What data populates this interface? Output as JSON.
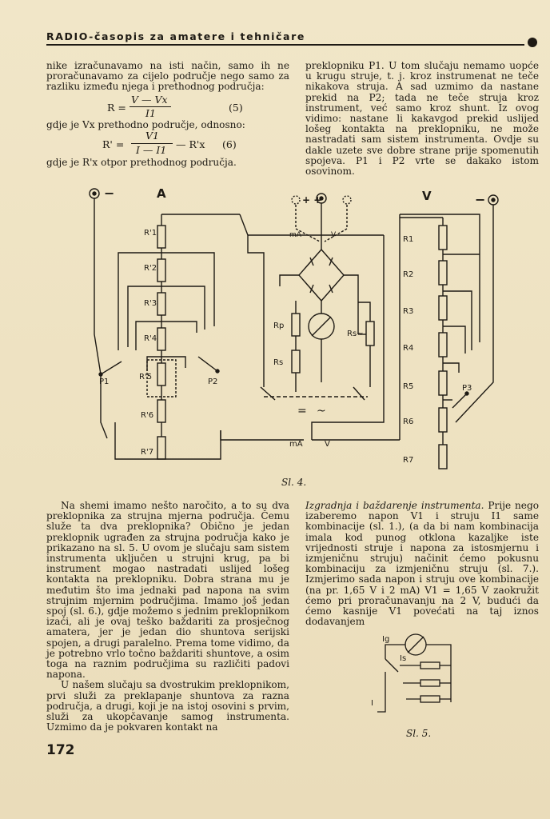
{
  "header": {
    "title": "RADIO-časopis za amatere i tehničare"
  },
  "left_top": {
    "intro": "nike izračunavamo na isti način, samo ih ne proračunavamo za cijelo područje nego samo za razliku između njega i prethodnog područja:",
    "eq5": {
      "lhs": "R =",
      "num": "V — Vx",
      "den": "I1",
      "tag": "(5)"
    },
    "where1": "gdje je Vx prethodno područje, odnosno:",
    "eq6": {
      "lhs": "R' =",
      "num": "V1",
      "den": "I — I1",
      "tail": "— R'x",
      "tag": "(6)"
    },
    "where2": "gdje je R'x otpor prethodnog područja."
  },
  "right_top": {
    "text": "preklopniku P1. U tom slučaju nemamo uopće u krugu struje, t. j. kroz instrumenat ne teče nikakova struja. A sad uzmimo da nastane prekid na P2; tada ne teče struja kroz instrument, već samo kroz shunt. Iz ovog vidimo: nastane li kakavgod prekid uslijed lošeg kontakta na preklopniku, ne može nastradati sam sistem instrumenta. Ovdje su dakle uzete sve dobre strane prije spomenutih spojeva. P1 i P2 vrte se dakako istom osovinom."
  },
  "figure4": {
    "caption": "Sl. 4.",
    "labels": {
      "minus_left": "−",
      "A": "A",
      "V": "V",
      "minus_right": "−",
      "top_terminals": "+ +",
      "mA_top": "mA",
      "V_top": "V",
      "R1p": "R'1",
      "R2p": "R'2",
      "R3p": "R'3",
      "R4p": "R'4",
      "R5p": "R'5",
      "R6p": "R'6",
      "R7p": "R'7",
      "R1": "R1",
      "R2": "R2",
      "R3": "R3",
      "R4": "R4",
      "R5": "R5",
      "R6": "R6",
      "R7": "R7",
      "P1": "P1",
      "P2": "P2",
      "P3": "P3",
      "Rp": "Rp",
      "Rs": "Rs",
      "Rsn": "Rs~",
      "eq_sym": "=",
      "ac_sym": "~",
      "mA_bottom": "mA",
      "V_bottom": "V"
    }
  },
  "left_bottom": {
    "p1": "Na shemi imamo nešto naročito, a to su dva preklopnika za strujna mjerna područja. Čemu služe ta dva preklopnika? Obično je jedan preklopnik ugrađen za strujna područja kako je prikazano na sl. 5. U ovom je slučaju sam sistem instrumenta uključen u strujni krug, pa bi instrument mogao nastradati uslijed lošeg kontakta na preklopniku. Dobra strana mu je međutim što ima jednaki pad napona na svim strujnim mjernim područjima. Imamo još jedan spoj (sl. 6.), gdje možemo s jednim preklopnikom izaći, ali je ovaj teško baždariti za prosječnog amatera, jer je jedan dio shuntova serijski spojen, a drugi paralelno. Prema tome vidimo, da je potrebno vrlo točno baždariti shuntove, a osim toga na raznim područjima su različiti padovi napona.",
    "p2": "U našem slučaju sa dvostrukim preklopnikom, prvi služi za preklapanje shuntova za razna područja, a drugi, koji je na istoj osovini s prvim, služi za ukopčavanje samog instrumenta. Uzmimo da je pokvaren kontakt na"
  },
  "right_bottom": {
    "heading": "Izgradnja i baždarenje instrumenta.",
    "text": "Prije nego izaberemo napon V1 i struju I1 same kombinacije (sl. 1.), (a da bi nam kombinacija imala kod punog otklona kazaljke iste vrijednosti struje i napona za istosmjernu i izmjeničnu struju) načinit ćemo pokusnu kombinaciju za izmjeničnu struju (sl. 7.). Izmjerimo sada napon i struju ove kombinacije (na pr. 1,65 V i 2 mA) V1 = 1,65 V zaokružit ćemo pri proračunavanju na 2 V, budući da ćemo kasnije V1 povećati na taj iznos dodavanjem"
  },
  "figure5": {
    "caption": "Sl. 5.",
    "labels": {
      "Ig": "Ig",
      "Is": "Is",
      "I": "I"
    }
  },
  "page_number": "172"
}
